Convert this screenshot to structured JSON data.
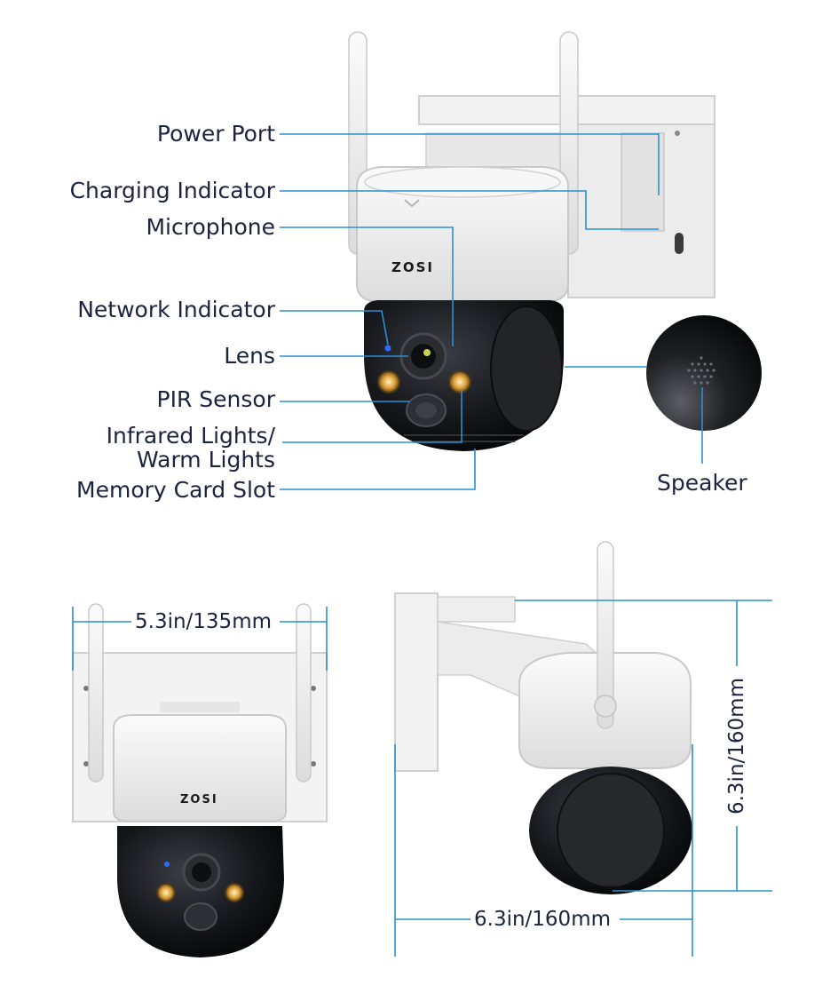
{
  "brand": "ZOSI",
  "accent_line_color": "#2a8fd0",
  "text_color": "#1c2340",
  "callouts": {
    "power_port": "Power Port",
    "charging_indicator": "Charging Indicator",
    "microphone": "Microphone",
    "network_indicator": "Network Indicator",
    "lens": "Lens",
    "pir_sensor": "PIR Sensor",
    "infrared_line1": "Infrared Lights/",
    "infrared_line2": "Warm Lights",
    "memory_card_slot": "Memory Card Slot",
    "speaker": "Speaker"
  },
  "dimensions": {
    "front_width": "5.3in/135mm",
    "side_width": "6.3in/160mm",
    "side_height": "6.3in/160mm"
  }
}
